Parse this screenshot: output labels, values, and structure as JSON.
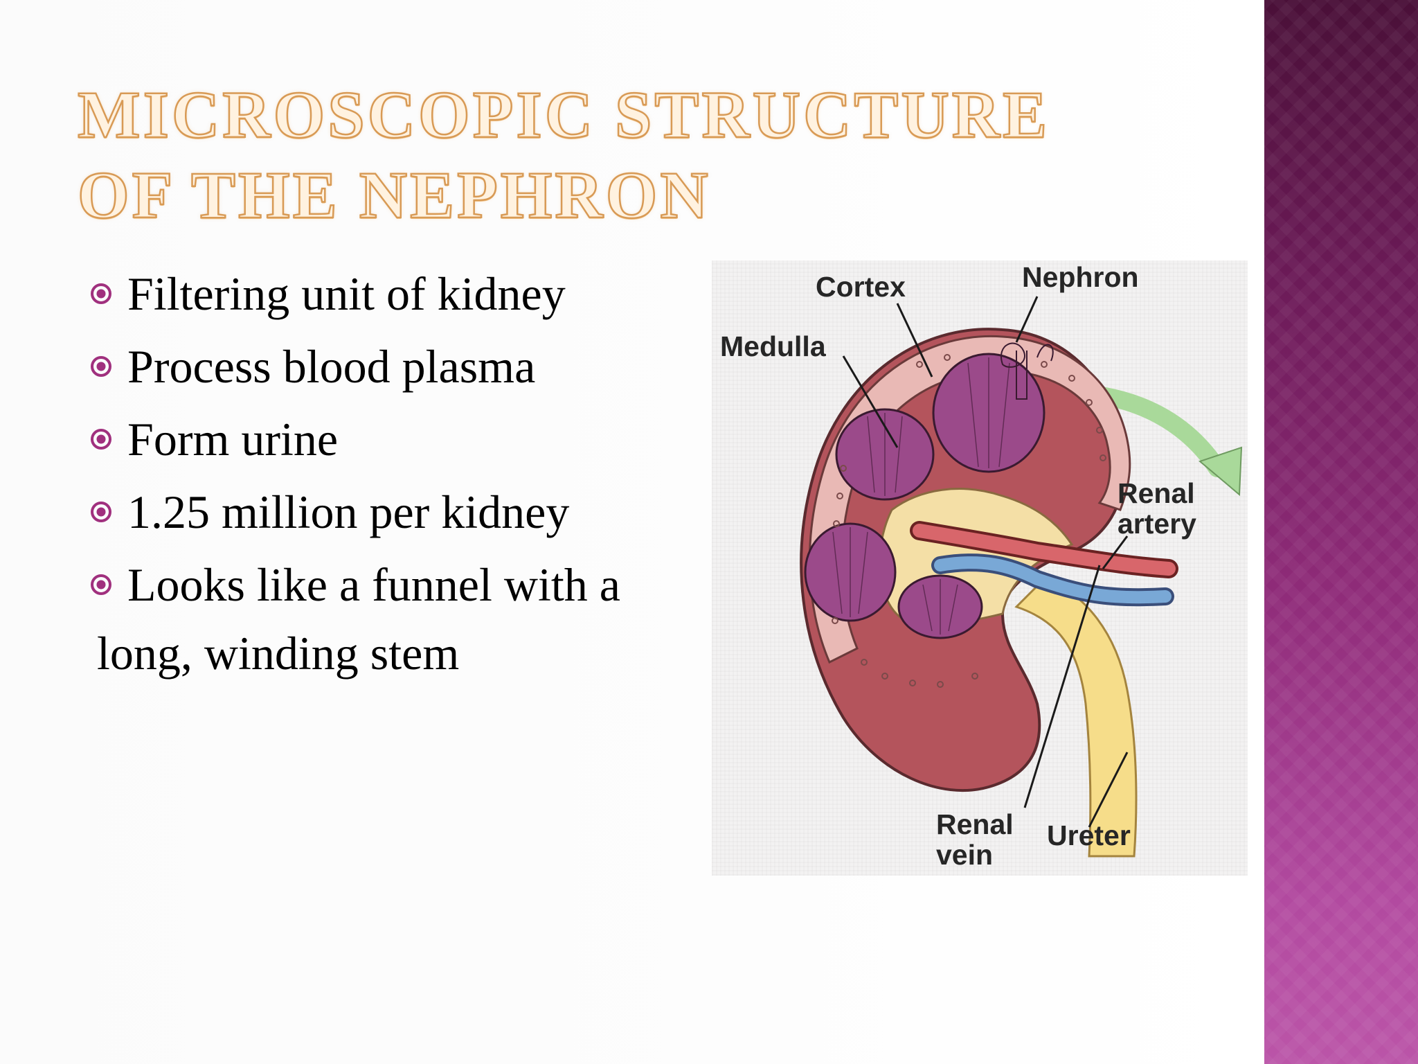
{
  "slide": {
    "title": "Microscopic Structure of the Nephron",
    "bullets": [
      "Filtering unit of kidney",
      "Process blood plasma",
      "Form urine",
      "1.25 million per kidney",
      "Looks like a funnel with a"
    ],
    "bullet_continuation": "long, winding stem"
  },
  "figure": {
    "labels": {
      "cortex": "Cortex",
      "nephron": "Nephron",
      "medulla": "Medulla",
      "renal_artery_line1": "Renal",
      "renal_artery_line2": "artery",
      "renal_vein_line1": "Renal",
      "renal_vein_line2": "vein",
      "ureter": "Ureter"
    }
  },
  "colors": {
    "accent": "#a0307e",
    "title_outline": "#d89a55",
    "sidebar_top": "#4a1038",
    "sidebar_bottom": "#bb55a8"
  }
}
